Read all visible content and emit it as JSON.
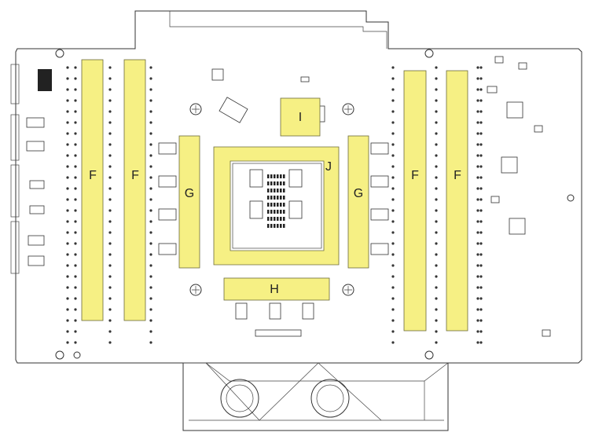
{
  "colors": {
    "pad_fill": "#f6f084",
    "outline": "#333333",
    "background": "#ffffff"
  },
  "labels": {
    "f1": "F",
    "f2": "F",
    "f3": "F",
    "f4": "F",
    "g_left": "G",
    "g_right": "G",
    "h": "H",
    "i": "I",
    "j": "J"
  }
}
